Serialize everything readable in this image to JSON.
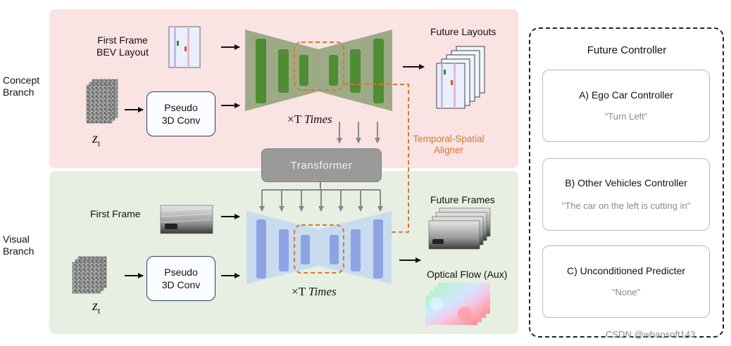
{
  "concept_branch": {
    "label_line1": "Concept",
    "label_line2": "Branch",
    "first_frame_line1": "First Frame",
    "first_frame_line2": "BEV Layout",
    "output_label": "Future Layouts",
    "pseudo_line1": "Pseudo",
    "pseudo_line2": "3D Conv",
    "times_prefix": "×T",
    "times_word": "Times",
    "noise_symbol": "z",
    "noise_subscript": "t"
  },
  "transformer": {
    "label": "Transformer"
  },
  "aligner": {
    "line1": "Temporal-Spatial",
    "line2": "Aligner"
  },
  "visual_branch": {
    "label_line1": "Visual",
    "label_line2": "Branch",
    "first_frame_label": "First Frame",
    "output_frames_label": "Future Frames",
    "output_flow_label": "Optical Flow (Aux)",
    "pseudo_line1": "Pseudo",
    "pseudo_line2": "3D Conv",
    "times_prefix": "×T",
    "times_word": "Times",
    "noise_symbol": "z",
    "noise_subscript": "t"
  },
  "controller": {
    "title": "Future Controller",
    "cards": [
      {
        "title": "A)  Ego Car Controller",
        "quote": "\"Turn Left\""
      },
      {
        "title": "B) Other Vehicles Controller",
        "quote": "\"The car on the left is cutting in\""
      },
      {
        "title": "C) Unconditioned Predicter",
        "quote": "\"None\""
      }
    ]
  },
  "watermark": "CSDN @whaosoft143",
  "colors": {
    "concept_bg": "#f9e3e3",
    "visual_bg": "#e7efe3",
    "concept_unet": "#9cab86",
    "concept_block": "#4f8c33",
    "visual_unet": "#c9dcef",
    "visual_block": "#8ea3e3",
    "aligner": "#d9782b",
    "transformer": "#9a9a9a"
  },
  "icons": [
    "bev-layout-icon",
    "noise-stack-icon",
    "video-frame-icon",
    "optical-flow-icon",
    "arrow-right-icon"
  ]
}
